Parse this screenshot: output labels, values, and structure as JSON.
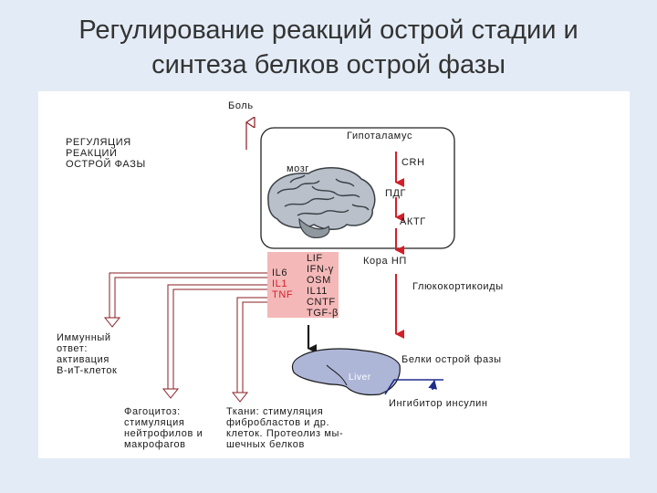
{
  "slide": {
    "title_line1": "Регулирование  реакций острой стадии и",
    "title_line2": "синтеза белков острой фазы"
  },
  "diagram": {
    "pain": "Боль",
    "regulation": "РЕГУЛЯЦИЯ\nРЕАКЦИЙ\nОСТРОЙ ФАЗЫ",
    "hypothalamus": "Гипоталамус",
    "brain": "мозг",
    "crh": "CRH",
    "pdg": "ПДГ",
    "actg": "АКТГ",
    "adrenal_cortex": "Кора  НП",
    "glucocorticoids": "Глюкокортикоиды",
    "cytokines_left": [
      "IL6",
      "IL1",
      "TNF"
    ],
    "cytokines_right": [
      "LIF",
      "IFN-γ",
      "OSM",
      "IL11",
      "CNTF",
      "TGF-β"
    ],
    "immune_response": "Иммунный\nответ:\nактивация\nB-иT-клеток",
    "acute_phase_proteins": "Белки острой фазы",
    "liver": "Liver",
    "insulin_inhibitor": "Ингибитор инсулин",
    "phagocytosis": "Фагоцитоз:\nстимуляция\nнейтрофилов и\nмакрофагов",
    "tissues": "Ткани: стимуляция\nфибробластов и др.\nклеток. Протеолиз мы-\nшечных белков"
  },
  "colors": {
    "slide_background": "#e3ecf6",
    "title_text": "#333333",
    "arrow_red": "#d21f2a",
    "arrow_dark": "#1a1a1a",
    "arrow_blue": "#1f2d8a",
    "cytokine_box": "#f4b8b8",
    "liver_fill": "#aeb6d8",
    "brain_fill": "#b9c0c9"
  }
}
